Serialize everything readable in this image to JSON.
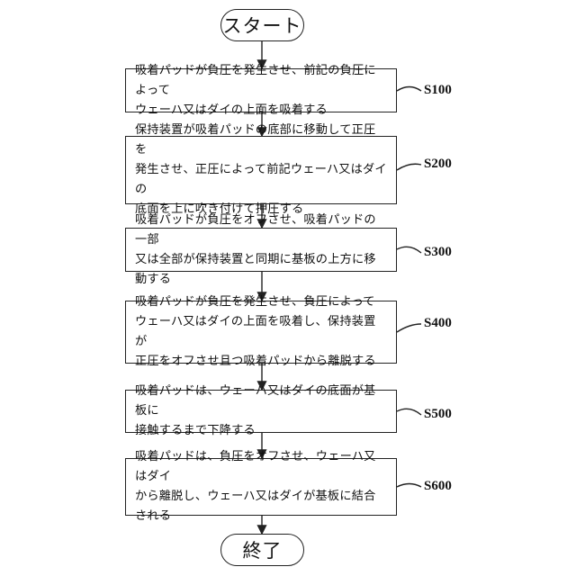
{
  "start": {
    "label": "スタート"
  },
  "end": {
    "label": "終了"
  },
  "steps": [
    {
      "id": "S100",
      "text": "吸着パッドが負圧を発生させ、前記の負圧によって\nウェーハ又はダイの上面を吸着する"
    },
    {
      "id": "S200",
      "text": "保持装置が吸着パッドの底部に移動して正圧を\n発生させ、正圧によって前記ウェーハ又はダイの\n底面を上に吹き付けて押圧する"
    },
    {
      "id": "S300",
      "text": "吸着パッドが負圧をオフさせ、吸着パッドの一部\n又は全部が保持装置と同期に基板の上方に移動する"
    },
    {
      "id": "S400",
      "text": "吸着パッドが負圧を発生させ、負圧によって\nウェーハ又はダイの上面を吸着し、保持装置が\n正圧をオフさせ且つ吸着パッドから離脱する"
    },
    {
      "id": "S500",
      "text": "吸着パッドは、ウェーハ又はダイの底面が基板に\n接触するまで下降する"
    },
    {
      "id": "S600",
      "text": "吸着パッドは、負圧をオフさせ、ウェーハ又はダイ\nから離脱し、ウェーハ又はダイが基板に結合される"
    }
  ]
}
